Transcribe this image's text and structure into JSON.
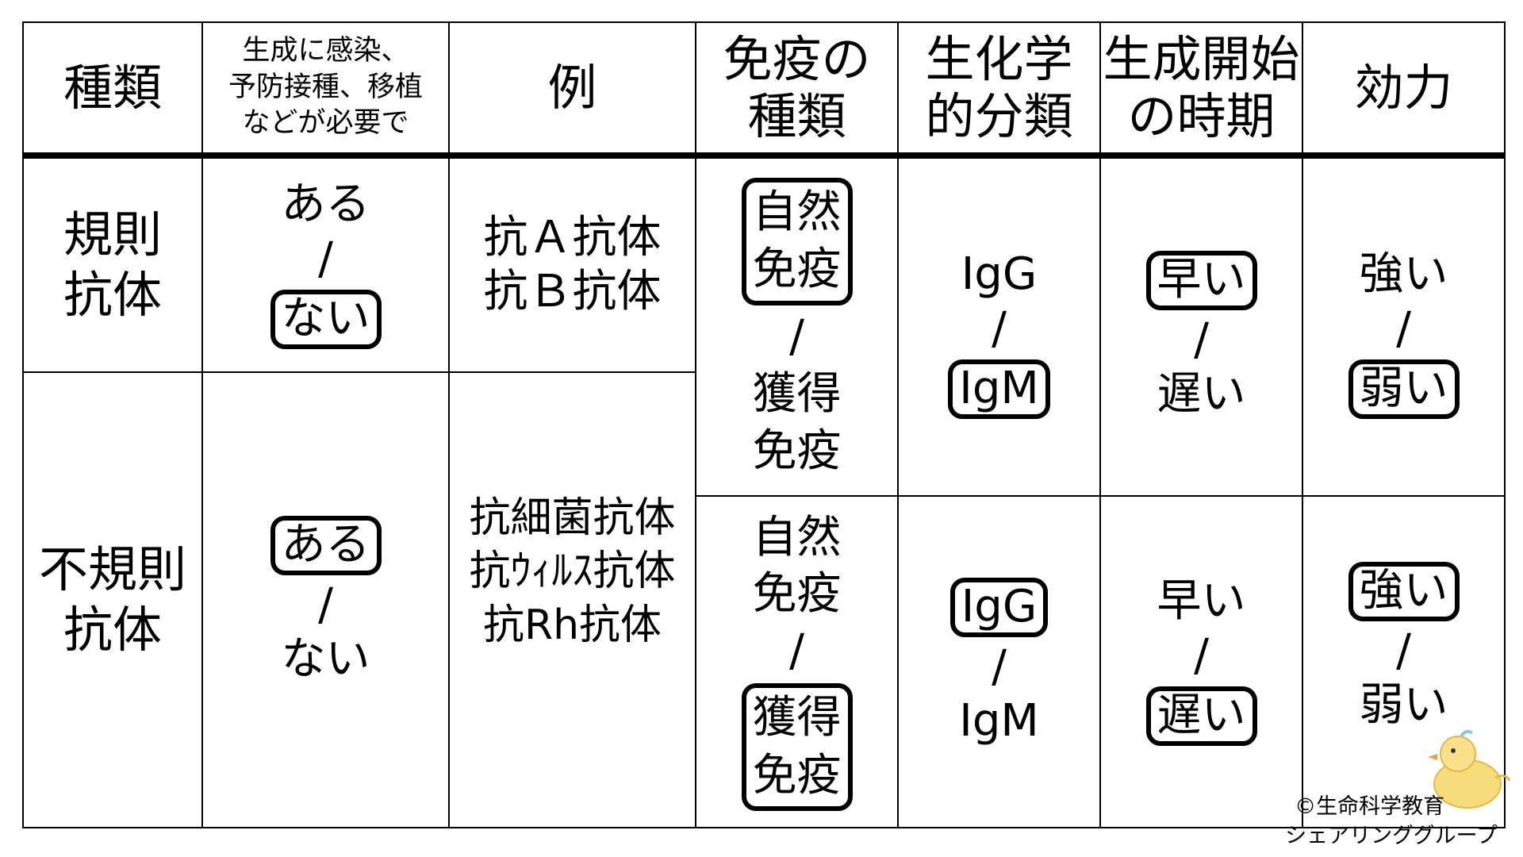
{
  "header": {
    "type": "種類",
    "required": [
      "生成に感染、",
      "予防接種、移植",
      "などが必要で"
    ],
    "example": "例",
    "immunity": [
      "免疫の",
      "種類"
    ],
    "biochem": [
      "生化学",
      "的分類"
    ],
    "onset": [
      "生成開始",
      "の時期"
    ],
    "potency": "効力"
  },
  "row1": {
    "type": [
      "規則",
      "抗体"
    ],
    "required": {
      "a": "ある",
      "sep": "/",
      "b": "ない"
    },
    "example": [
      "抗Ａ抗体",
      "抗Ｂ抗体"
    ]
  },
  "row2": {
    "type": [
      "不規則",
      "抗体"
    ],
    "required": {
      "a": "ある",
      "sep": "/",
      "b": "ない"
    },
    "example": [
      "抗細菌抗体",
      "抗ｳｨﾙｽ抗体",
      "抗Rh抗体"
    ]
  },
  "immunity_row1": {
    "a": [
      "自然",
      "免疫"
    ],
    "sep": "/",
    "b": [
      "獲得",
      "免疫"
    ]
  },
  "immunity_row2": {
    "a": [
      "自然",
      "免疫"
    ],
    "sep": "/",
    "b": [
      "獲得",
      "免疫"
    ]
  },
  "biochem_row1": {
    "a": "IgG",
    "sep": "/",
    "b": "IgM"
  },
  "biochem_row2": {
    "a": "IgG",
    "sep": "/",
    "b": "IgM"
  },
  "onset_row1": {
    "a": "早い",
    "sep": "/",
    "b": "遅い"
  },
  "onset_row2": {
    "a": "早い",
    "sep": "/",
    "b": "遅い"
  },
  "potency_row1": {
    "a": "強い",
    "sep": "/",
    "b": "弱い"
  },
  "potency_row2": {
    "a": "強い",
    "sep": "/",
    "b": "弱い"
  },
  "credit": [
    "©生命科学教育",
    "シェアリンググループ"
  ]
}
